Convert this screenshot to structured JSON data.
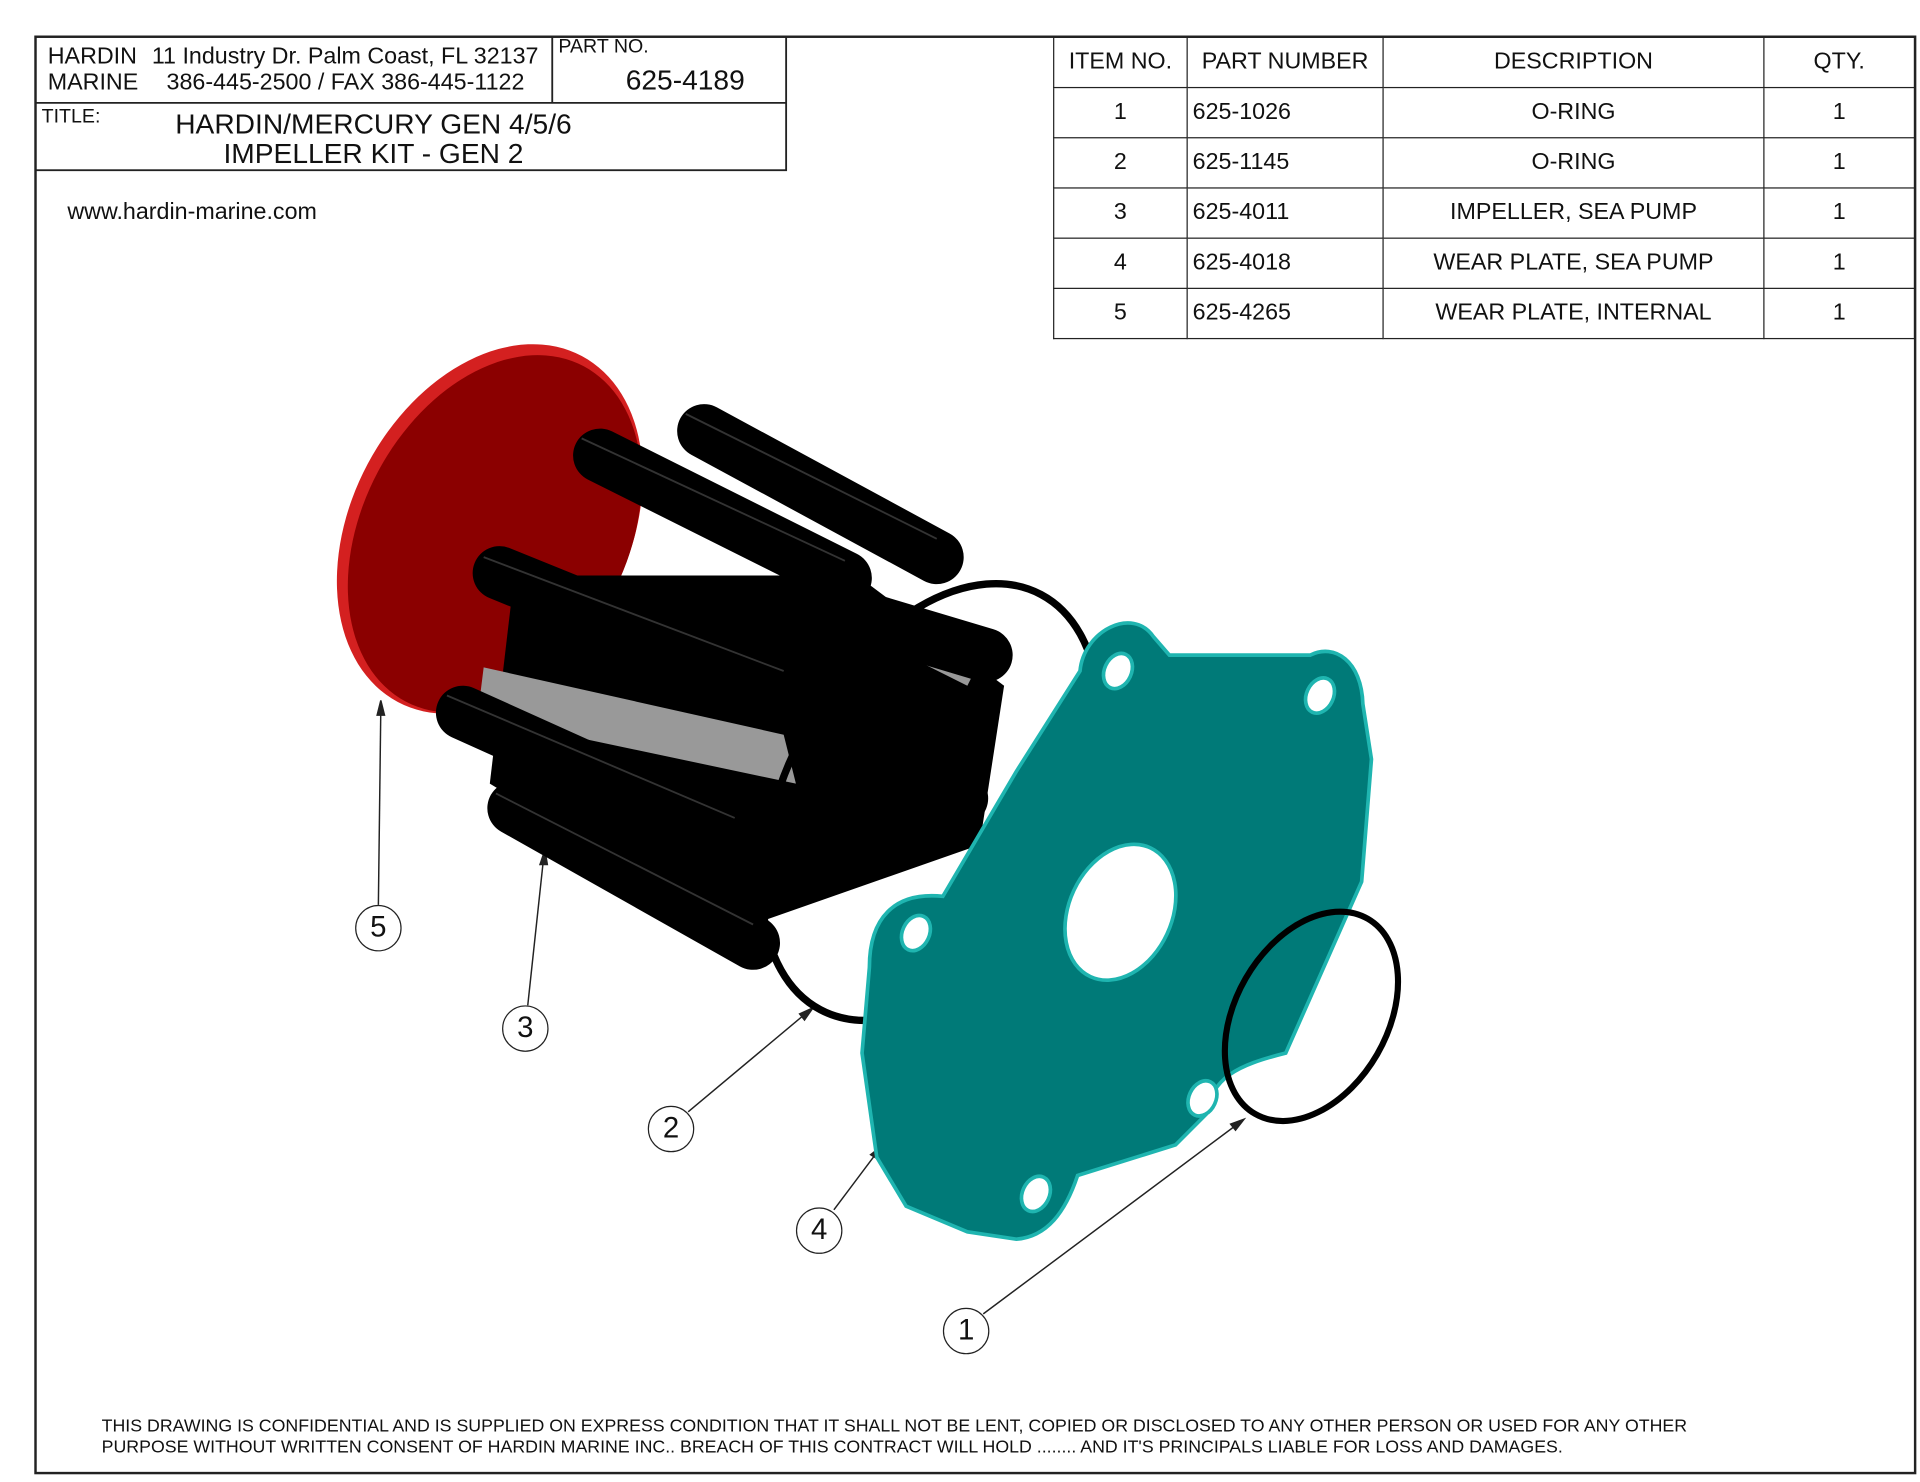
{
  "title_block": {
    "company_line1": "HARDIN",
    "company_line2": "MARINE",
    "address": "11 Industry Dr. Palm Coast, FL 32137",
    "phone": "386-445-2500 / FAX 386-445-1122",
    "part_no_label": "PART NO.",
    "part_no": "625-4189",
    "title_label": "TITLE:",
    "title_line1": "HARDIN/MERCURY GEN 4/5/6",
    "title_line2": "IMPELLER KIT - GEN 2"
  },
  "website": "www.hardin-marine.com",
  "bom": {
    "headers": [
      "ITEM NO.",
      "PART NUMBER",
      "DESCRIPTION",
      "QTY."
    ],
    "rows": [
      [
        "1",
        "625-1026",
        "O-RING",
        "1"
      ],
      [
        "2",
        "625-1145",
        "O-RING",
        "1"
      ],
      [
        "3",
        "625-4011",
        "IMPELLER, SEA PUMP",
        "1"
      ],
      [
        "4",
        "625-4018",
        "WEAR PLATE, SEA PUMP",
        "1"
      ],
      [
        "5",
        "625-4265",
        "WEAR PLATE, INTERNAL",
        "1"
      ]
    ]
  },
  "balloons": [
    "5",
    "3",
    "2",
    "4",
    "1"
  ],
  "footer": {
    "line1": "THIS DRAWING IS CONFIDENTIAL AND IS SUPPLIED ON EXPRESS CONDITION THAT IT SHALL NOT BE LENT, COPIED OR DISCLOSED TO ANY OTHER PERSON OR USED FOR ANY OTHER",
    "line2": "PURPOSE WITHOUT WRITTEN  CONSENT OF HARDIN MARINE INC.. BREACH OF THIS CONTRACT WILL HOLD ........ AND IT'S PRINCIPALS LIABLE FOR LOSS AND DAMAGES."
  },
  "colors": {
    "wear_plate_internal": "#8b0000",
    "wear_plate_sea_pump": "#007a78",
    "impeller": "#000000"
  }
}
